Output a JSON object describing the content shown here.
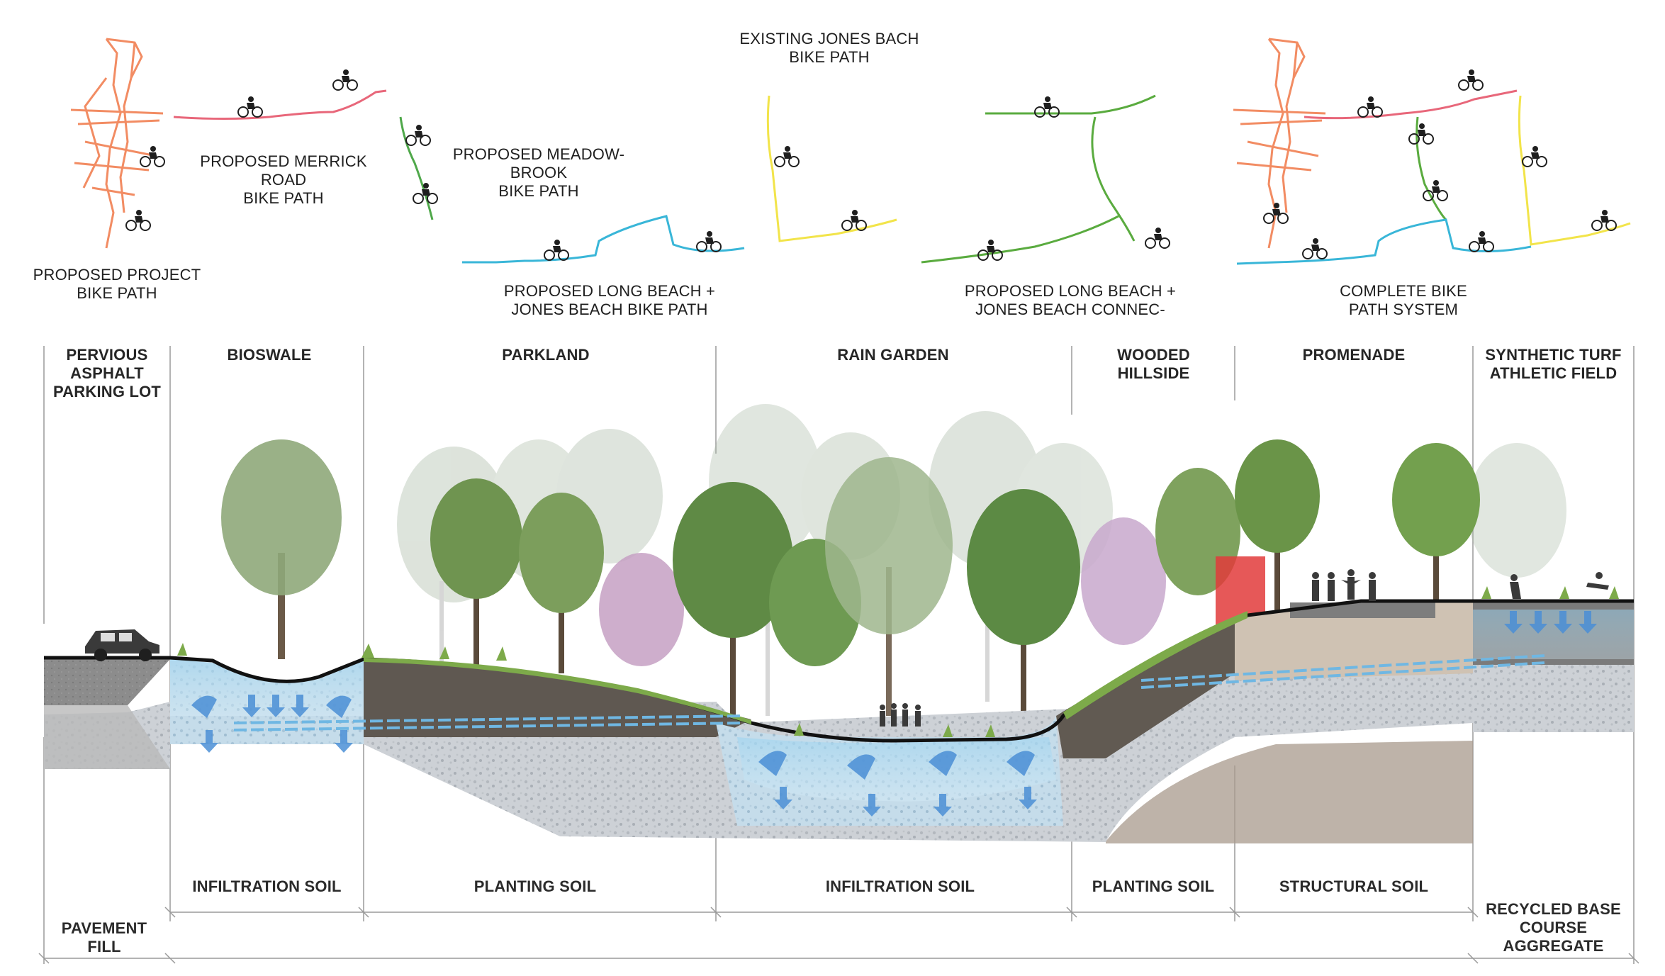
{
  "bike_paths": [
    {
      "id": "project",
      "lines": [
        "PROPOSED PROJECT",
        "BIKE PATH"
      ],
      "color": "#f28c63"
    },
    {
      "id": "merrick",
      "lines": [
        "PROPOSED MERRICK",
        "ROAD",
        "BIKE PATH"
      ],
      "color": "#e8677a"
    },
    {
      "id": "meadowbrook",
      "lines": [
        "PROPOSED MEADOW-",
        "BROOK",
        "BIKE PATH"
      ],
      "color": "#4fa84a"
    },
    {
      "id": "jones_existing",
      "lines": [
        "EXISTING JONES BACH",
        "BIKE PATH"
      ],
      "color": "#f2e44a"
    },
    {
      "id": "long_beach",
      "lines": [
        "PROPOSED LONG BEACH +",
        "JONES BEACH BIKE PATH"
      ],
      "color": "#39b6d8"
    },
    {
      "id": "connector",
      "lines": [
        "PROPOSED LONG BEACH +",
        "JONES BEACH CONNEC-"
      ],
      "color": "#5aab3f"
    },
    {
      "id": "complete",
      "lines": [
        "COMPLETE BIKE",
        "PATH SYSTEM"
      ],
      "color": "#888888"
    }
  ],
  "zones": [
    {
      "lines": [
        "PERVIOUS",
        "ASPHALT",
        "PARKING LOT"
      ]
    },
    {
      "lines": [
        "BIOSWALE"
      ]
    },
    {
      "lines": [
        "PARKLAND"
      ]
    },
    {
      "lines": [
        "RAIN GARDEN"
      ]
    },
    {
      "lines": [
        "WOODED",
        "HILLSIDE"
      ]
    },
    {
      "lines": [
        "PROMENADE"
      ]
    },
    {
      "lines": [
        "SYNTHETIC TURF",
        "ATHLETIC FIELD"
      ]
    }
  ],
  "soils": [
    {
      "lines": [
        "INFILTRATION SOIL"
      ]
    },
    {
      "lines": [
        "PLANTING SOIL"
      ]
    },
    {
      "lines": [
        "INFILTRATION SOIL"
      ]
    },
    {
      "lines": [
        "PLANTING SOIL"
      ]
    },
    {
      "lines": [
        "STRUCTURAL SOIL"
      ]
    }
  ],
  "bottom_labels": [
    {
      "lines": [
        "PAVEMENT",
        "FILL"
      ]
    },
    {
      "lines": [
        "RECYCLED BASE",
        "COURSE",
        "AGGREGATE"
      ]
    }
  ],
  "colors": {
    "water": "#7fc4e8",
    "gravel": "#c9cdd2",
    "topsoil": "#5e5650",
    "grass": "#7daa4a",
    "tree": "#6e9a52",
    "blossom": "#c9a3c6",
    "shelter": "#e23b3b"
  },
  "icons": [
    "cyclist-icon",
    "car-icon",
    "pedestrian-icon"
  ]
}
